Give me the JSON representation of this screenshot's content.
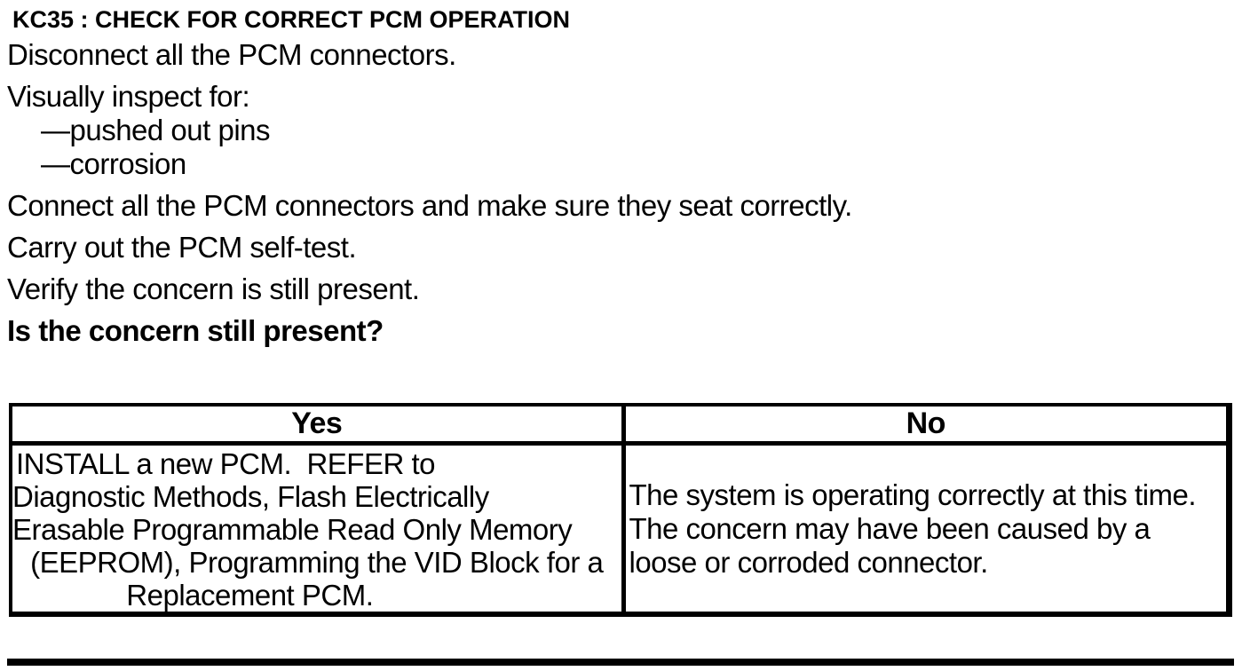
{
  "colors": {
    "text": "#000000",
    "background": "#ffffff",
    "rule": "#000000"
  },
  "header": {
    "title": "KC35 : CHECK FOR CORRECT PCM OPERATION"
  },
  "procedure": {
    "steps": [
      "Disconnect all the PCM connectors.",
      "Visually inspect for:",
      "—pushed out pins",
      "—corrosion",
      "Connect all the PCM connectors and make sure they seat correctly.",
      "Carry out the PCM self-test.",
      "Verify the concern is still present."
    ],
    "question": "Is the concern still present?"
  },
  "results_table": {
    "columns": [
      {
        "header": "Yes",
        "lines": [
          "INSTALL a new PCM.  REFER to",
          "Diagnostic Methods, Flash Electrically",
          "Erasable Programmable Read Only Memory",
          "(EEPROM), Programming the VID Block for a",
          "Replacement PCM."
        ]
      },
      {
        "header": "No",
        "lines": [
          "The system is operating correctly at this time.",
          "The concern may have been caused by a",
          "loose or corroded connector."
        ]
      }
    ]
  }
}
